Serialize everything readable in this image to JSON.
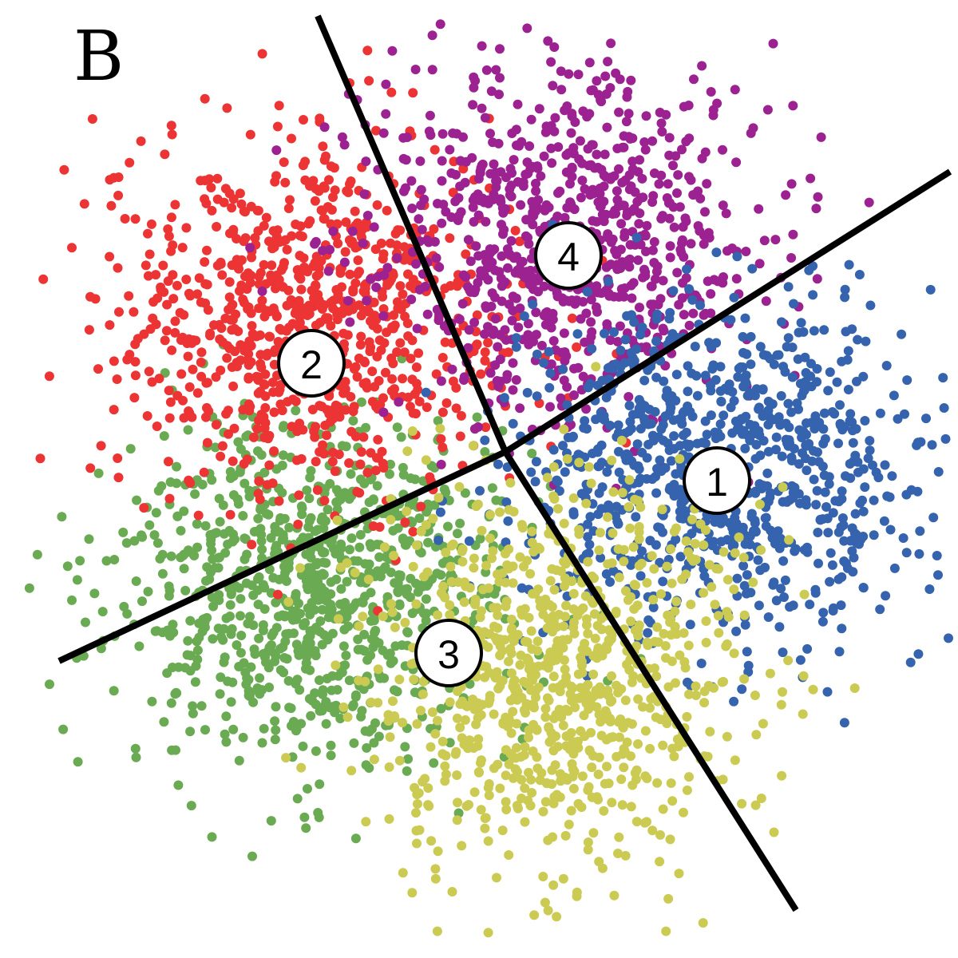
{
  "panel_label": "B",
  "colors": {
    "cluster_1": "#3563ad",
    "cluster_2": "#ec3434",
    "cluster_3": "#cbcb54",
    "cluster_4": "#9b2290",
    "green_group": "#6aaa52",
    "boundary": "#000000",
    "marker_fill": "#ffffff"
  },
  "clusters": [
    {
      "id": "1",
      "label": "1",
      "color_key": "cluster_1"
    },
    {
      "id": "2",
      "label": "2",
      "color_key": "cluster_2"
    },
    {
      "id": "3",
      "label": "3",
      "color_key": "cluster_3"
    },
    {
      "id": "4",
      "label": "4",
      "color_key": "cluster_4"
    }
  ],
  "extra_groups": [
    {
      "id": "green",
      "color_key": "green_group"
    }
  ],
  "boundaries": [
    {
      "id": "upper-left"
    },
    {
      "id": "lower-left"
    },
    {
      "id": "lower-right"
    },
    {
      "id": "upper-right"
    }
  ]
}
